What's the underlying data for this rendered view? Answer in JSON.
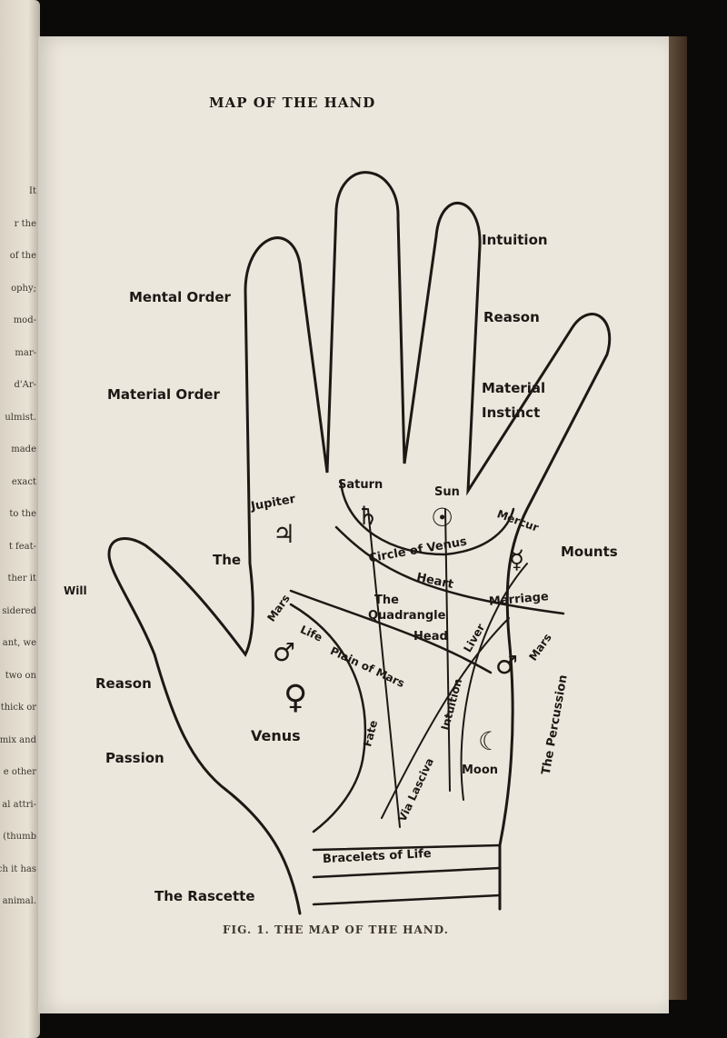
{
  "left_page_fragments": [
    "It",
    "r the",
    "of the",
    "ophy;",
    "mod-",
    "mar-",
    "d'Ar-",
    "ulmist.",
    "made",
    "exact",
    "to the",
    "t feat-",
    "ther it",
    "sidered",
    "ant, we",
    "two on",
    "thick or",
    "mix and",
    "e other",
    "al attri-",
    "n (thumb",
    "ch it has",
    "animal."
  ],
  "title": "MAP OF THE HAND",
  "caption": "FIG. 1. THE MAP OF THE HAND.",
  "labels": {
    "mental_order": "Mental Order",
    "material_order": "Material Order",
    "intuition": "Intuition",
    "reason_finger": "Reason",
    "material_instinct_1": "Material",
    "material_instinct_2": "Instinct",
    "the": "The",
    "mounts": "Mounts",
    "will": "Will",
    "reason_thumb": "Reason",
    "passion": "Passion",
    "rascette": "The Rascette",
    "jupiter": "Jupiter",
    "saturn": "Saturn",
    "sun": "Sun",
    "mercury": "Mercur",
    "circle_of_venus": "Circle of Venus",
    "heart": "Heart",
    "quadrangle_1": "The",
    "quadrangle_2": "Quadrangle",
    "head": "Head",
    "life": "Life",
    "plain_of_mars": "Plain of Mars",
    "liver": "Liver",
    "marriage": "Marriage",
    "mars_left": "Mars",
    "mars_right": "Mars",
    "venus": "Venus",
    "fate": "Fate",
    "via_lasciva": "Via Lasciva",
    "intuition_line": "Intuition",
    "moon": "Moon",
    "percussion": "The Percussion",
    "bracelets": "Bracelets of Life"
  },
  "symbols": {
    "saturn": "♄",
    "sun": "☉",
    "jupiter": "♃",
    "mercury": "☿",
    "venus": "♀",
    "mars_left": "♂",
    "mars_right": "♂",
    "moon": "☾"
  }
}
